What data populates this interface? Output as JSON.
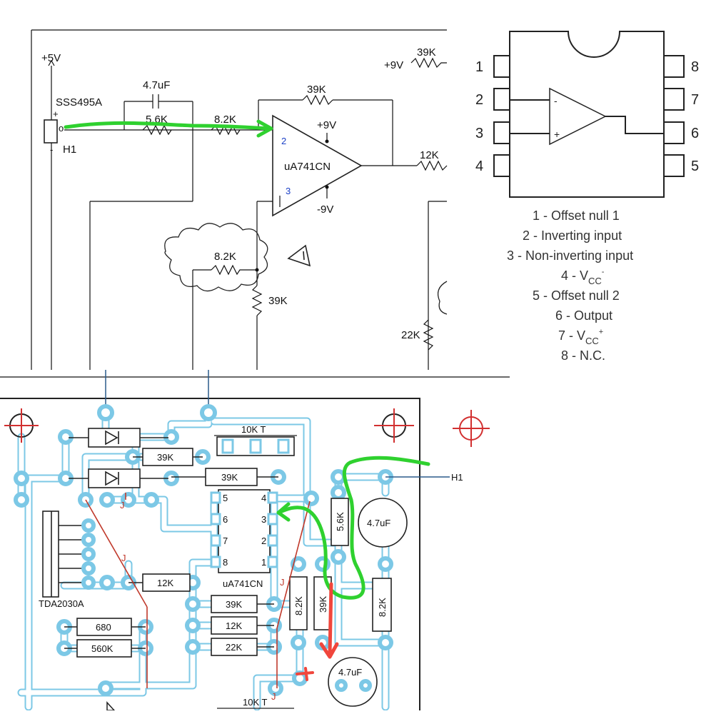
{
  "schematic": {
    "supply_5v": "+5V",
    "sensor_name": "SSS495A",
    "sensor_plus": "+",
    "sensor_out": "o",
    "sensor_minus": "-",
    "sensor_ref": "H1",
    "cap_top": "4.7uF",
    "r_top_left": "5.6K",
    "r_top_mid": "8.2K",
    "r_feedback": "39K",
    "opamp_name": "uA741CN",
    "pin_2": "2",
    "pin_3": "3",
    "vplus": "+9V",
    "vminus": "-9V",
    "r_out": "12K",
    "supply_9v_right": "+9V",
    "r_top_right": "39K",
    "r_cloud": "8.2K",
    "r_lower": "39K",
    "r_22k": "22K"
  },
  "pinout": {
    "left_pins": [
      "1",
      "2",
      "3",
      "4"
    ],
    "right_pins": [
      "8",
      "7",
      "6",
      "5"
    ],
    "legend": [
      "1 - Offset null 1",
      "2 - Inverting input",
      "3 - Non-inverting input",
      "4 - V",
      "5 - Offset null 2",
      "6 - Output",
      "7 - V",
      "8 - N.C."
    ],
    "minus_sign": "-",
    "plus_sign": "+",
    "vcc_sub": "CC",
    "vcc_minus_sup": "-",
    "vcc_plus_sup": "+"
  },
  "pcb": {
    "diode_labels": [
      "",
      ""
    ],
    "r_10kt_top": "10K T",
    "r_39k_a": "39K",
    "r_39k_b": "39K",
    "ic_pins_left": [
      "5",
      "6",
      "7",
      "8"
    ],
    "ic_pins_right": [
      "4",
      "3",
      "2",
      "1"
    ],
    "ic_name": "uA741CN",
    "tda_name": "TDA2030A",
    "r_12k_left": "12K",
    "r_680": "680",
    "r_560k": "560K",
    "r_39k_c": "39K",
    "r_12k_c": "12K",
    "r_22k_c": "22K",
    "r_56k_v": "5.6K",
    "r_82k_v": "8.2K",
    "r_39k_v": "39K",
    "r_82k_v2": "8.2K",
    "cap_47_right": "4.7uF",
    "cap_47_bottom": "4.7uF",
    "r_10kt_bottom": "10K T",
    "h1_label": "H1",
    "j_marks": [
      "J",
      "J",
      "J",
      "J"
    ]
  },
  "colors": {
    "annotation_green": "#2fd12f",
    "annotation_red": "#f0463c",
    "pcb_trace": "#7cc8e6",
    "mount_red": "#d23030",
    "pin_blue": "#1a3fc6"
  }
}
